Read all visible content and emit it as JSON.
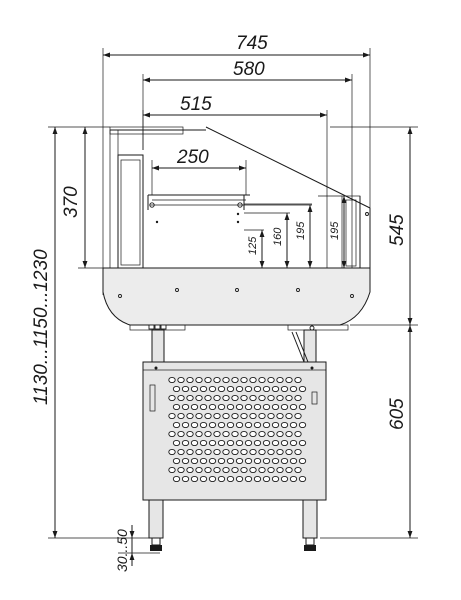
{
  "dimensions": {
    "total_width": "745",
    "top_width": "580",
    "inner_width": "515",
    "shelf_width": "250",
    "left_height": "370",
    "right_height": "545",
    "total_height": "1130...1150...1230",
    "base_height": "605",
    "foot_height": "30...50",
    "rail_125": "125",
    "rail_160": "160",
    "rail_195a": "195",
    "rail_195b": "195"
  }
}
